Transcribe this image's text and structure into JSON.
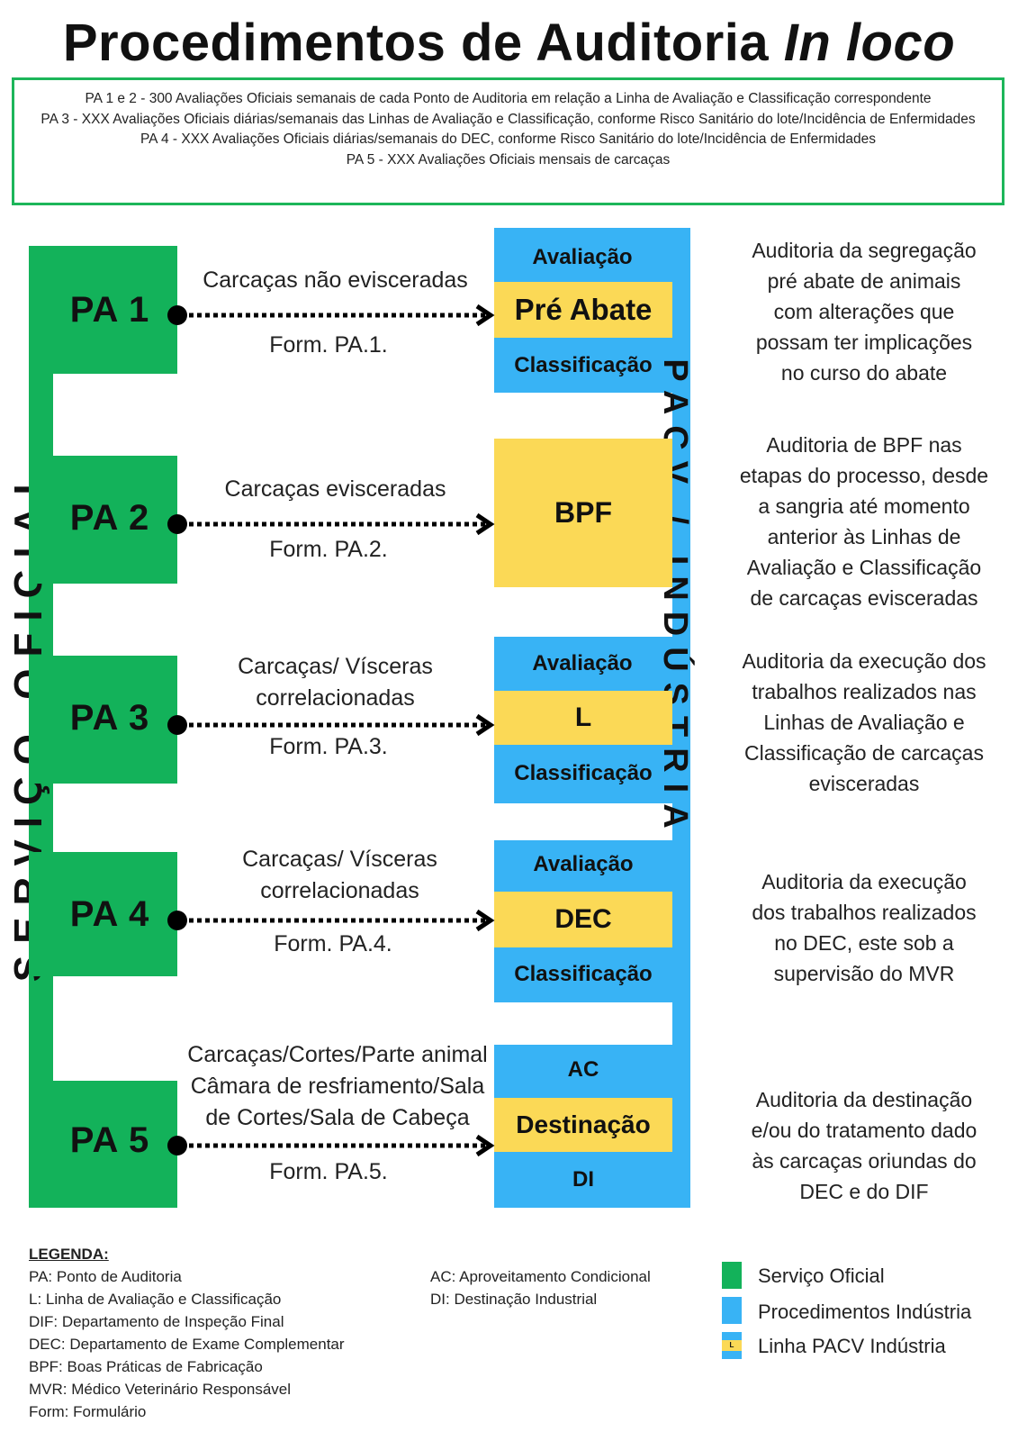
{
  "title": {
    "main": "Procedimentos de Auditoria",
    "italic": "In loco"
  },
  "info_lines": [
    "PA 1 e 2 - 300 Avaliações Oficiais semanais de cada Ponto de Auditoria em relação a Linha de Avaliação e Classificação correspondente",
    "PA 3 - XXX Avaliações Oficiais diárias/semanais das Linhas de Avaliação e Classificação, conforme Risco Sanitário do lote/Incidência de Enfermidades",
    "PA 4 - XXX Avaliações Oficiais diárias/semanais do DEC, conforme Risco Sanitário do lote/Incidência de Enfermidades",
    "PA 5 - XXX Avaliações Oficiais mensais de carcaças"
  ],
  "left_vertical": "SERVIÇO OFICIAL",
  "right_vertical": "PACV / INDÚSTRIA",
  "audit_points": [
    {
      "label": "PA 1",
      "flow_top": "Carcaças não evisceradas",
      "form": "Form. PA.1.",
      "cells": [
        "Avaliação",
        "Pré Abate",
        "Classificação"
      ],
      "desc": [
        "Auditoria da segregação",
        "pré abate de animais",
        "com alterações que",
        "possam ter implicações",
        "no curso do abate"
      ]
    },
    {
      "label": "PA 2",
      "flow_top": "Carcaças evisceradas",
      "form": "Form. PA.2.",
      "cells": [
        "BPF"
      ],
      "desc": [
        "Auditoria de BPF nas",
        "etapas do processo, desde",
        "a sangria até momento",
        "anterior às Linhas de",
        "Avaliação e Classificação",
        "de carcaças evisceradas"
      ]
    },
    {
      "label": "PA 3",
      "flow_top_lines": [
        "Carcaças/ Vísceras",
        "correlacionadas"
      ],
      "form": "Form. PA.3.",
      "cells": [
        "Avaliação",
        "L",
        "Classificação"
      ],
      "desc": [
        "Auditoria da execução dos",
        "trabalhos realizados nas",
        "Linhas de Avaliação e",
        "Classificação de carcaças",
        "evisceradas"
      ]
    },
    {
      "label": "PA 4",
      "flow_top_lines": [
        "Carcaças/ Vísceras",
        "correlacionadas"
      ],
      "form": "Form. PA.4.",
      "cells": [
        "Avaliação",
        "DEC",
        "Classificação"
      ],
      "desc": [
        "Auditoria da execução",
        "dos trabalhos realizados",
        "no DEC, este sob a",
        "supervisão do MVR"
      ]
    },
    {
      "label": "PA 5",
      "flow_top_lines": [
        "Carcaças/Cortes/Parte animal",
        "Câmara de resfriamento/Sala",
        "de Cortes/Sala de Cabeça"
      ],
      "form": "Form. PA.5.",
      "cells": [
        "AC",
        "Destinação",
        "DI"
      ],
      "desc": [
        "Auditoria da destinação",
        "e/ou do tratamento dado",
        "às carcaças oriundas do",
        "DEC e do DIF"
      ]
    }
  ],
  "legend": {
    "title": "LEGENDA:",
    "col1": [
      "PA: Ponto de Auditoria",
      "L: Linha de Avaliação e Classificação",
      "DIF: Departamento de Inspeção Final",
      "DEC: Departamento de Exame Complementar",
      "BPF: Boas Práticas de Fabricação",
      "MVR: Médico Veterinário Responsável",
      "Form: Formulário"
    ],
    "col2": [
      "AC: Aproveitamento Condicional",
      "DI: Destinação Industrial"
    ],
    "swatches": [
      {
        "label": "Serviço Oficial",
        "color": "#13b25a"
      },
      {
        "label": "Procedimentos Indústria",
        "color": "#38b3f5"
      },
      {
        "label": "Linha PACV Indústria",
        "color": "#fbd956",
        "mini": "L"
      }
    ]
  },
  "colors": {
    "green": "#13b25a",
    "blue": "#38b3f5",
    "yellow": "#fbd956",
    "border": "#1db65a"
  }
}
